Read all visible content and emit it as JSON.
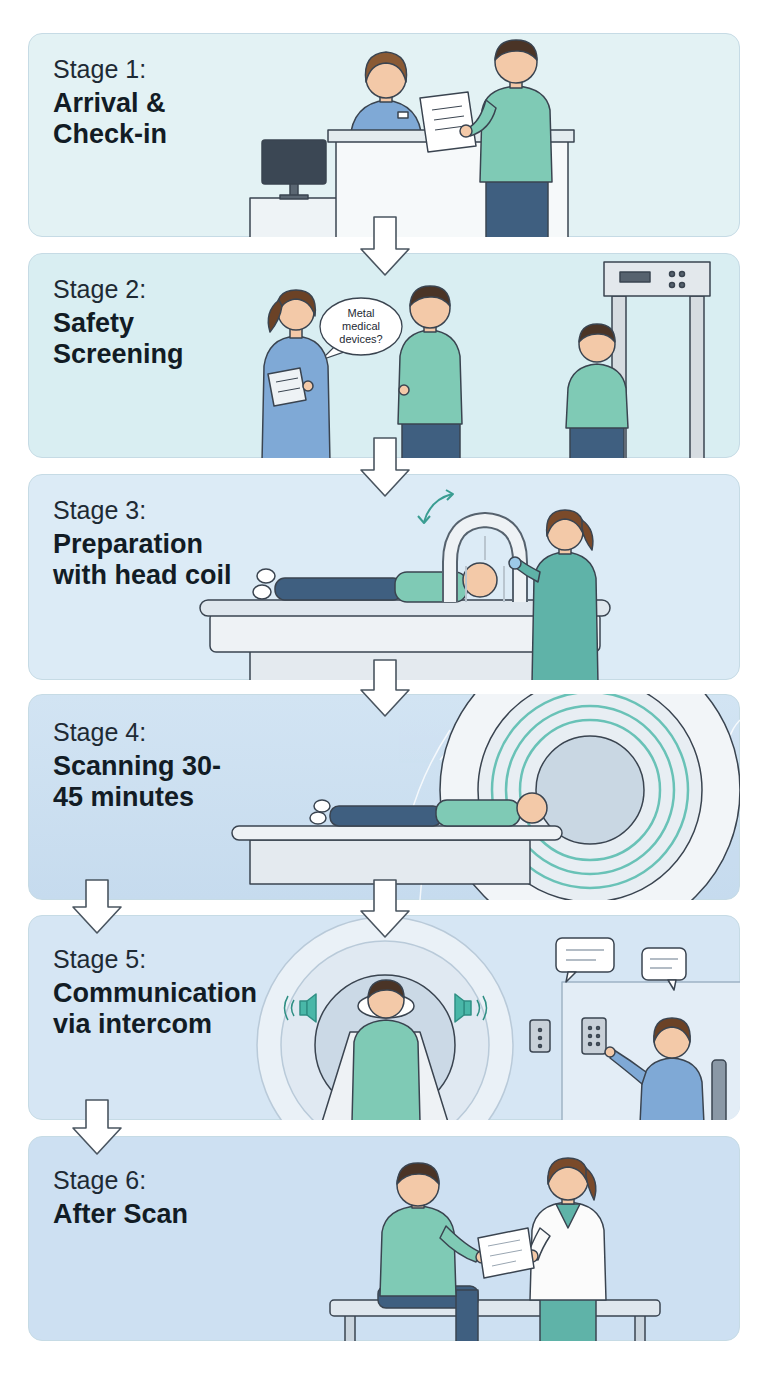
{
  "diagram": {
    "nodes": [
      {
        "text": [
          "Stage 1:",
          "Arrival & Check-in"
        ]
      },
      {
        "text": [
          "Stage 2:",
          "Safety Screening"
        ]
      },
      {
        "text": [
          "Metal medical devices?"
        ],
        "in": 1
      },
      {
        "text": [
          "Stage 3:",
          "Preparation with head coil"
        ]
      },
      {
        "text": [
          "Stage 4:",
          "Scanning 30-45 minutes"
        ]
      },
      {
        "text": [
          "Stage 5:",
          "Communication via intercom"
        ]
      },
      {
        "text": [
          "Stage 6:",
          "After Scan"
        ]
      }
    ],
    "edges": [
      {
        "from": 0,
        "to": 1,
        "arrow": "to"
      },
      {
        "from": 1,
        "to": 3,
        "arrow": "to"
      },
      {
        "from": 3,
        "to": 4,
        "arrow": "to"
      },
      {
        "from": 4,
        "to": 5,
        "arrow": "to"
      },
      {
        "from": 4,
        "to": 5,
        "arrow": "to"
      },
      {
        "from": 5,
        "to": 6,
        "arrow": "to"
      }
    ]
  }
}
